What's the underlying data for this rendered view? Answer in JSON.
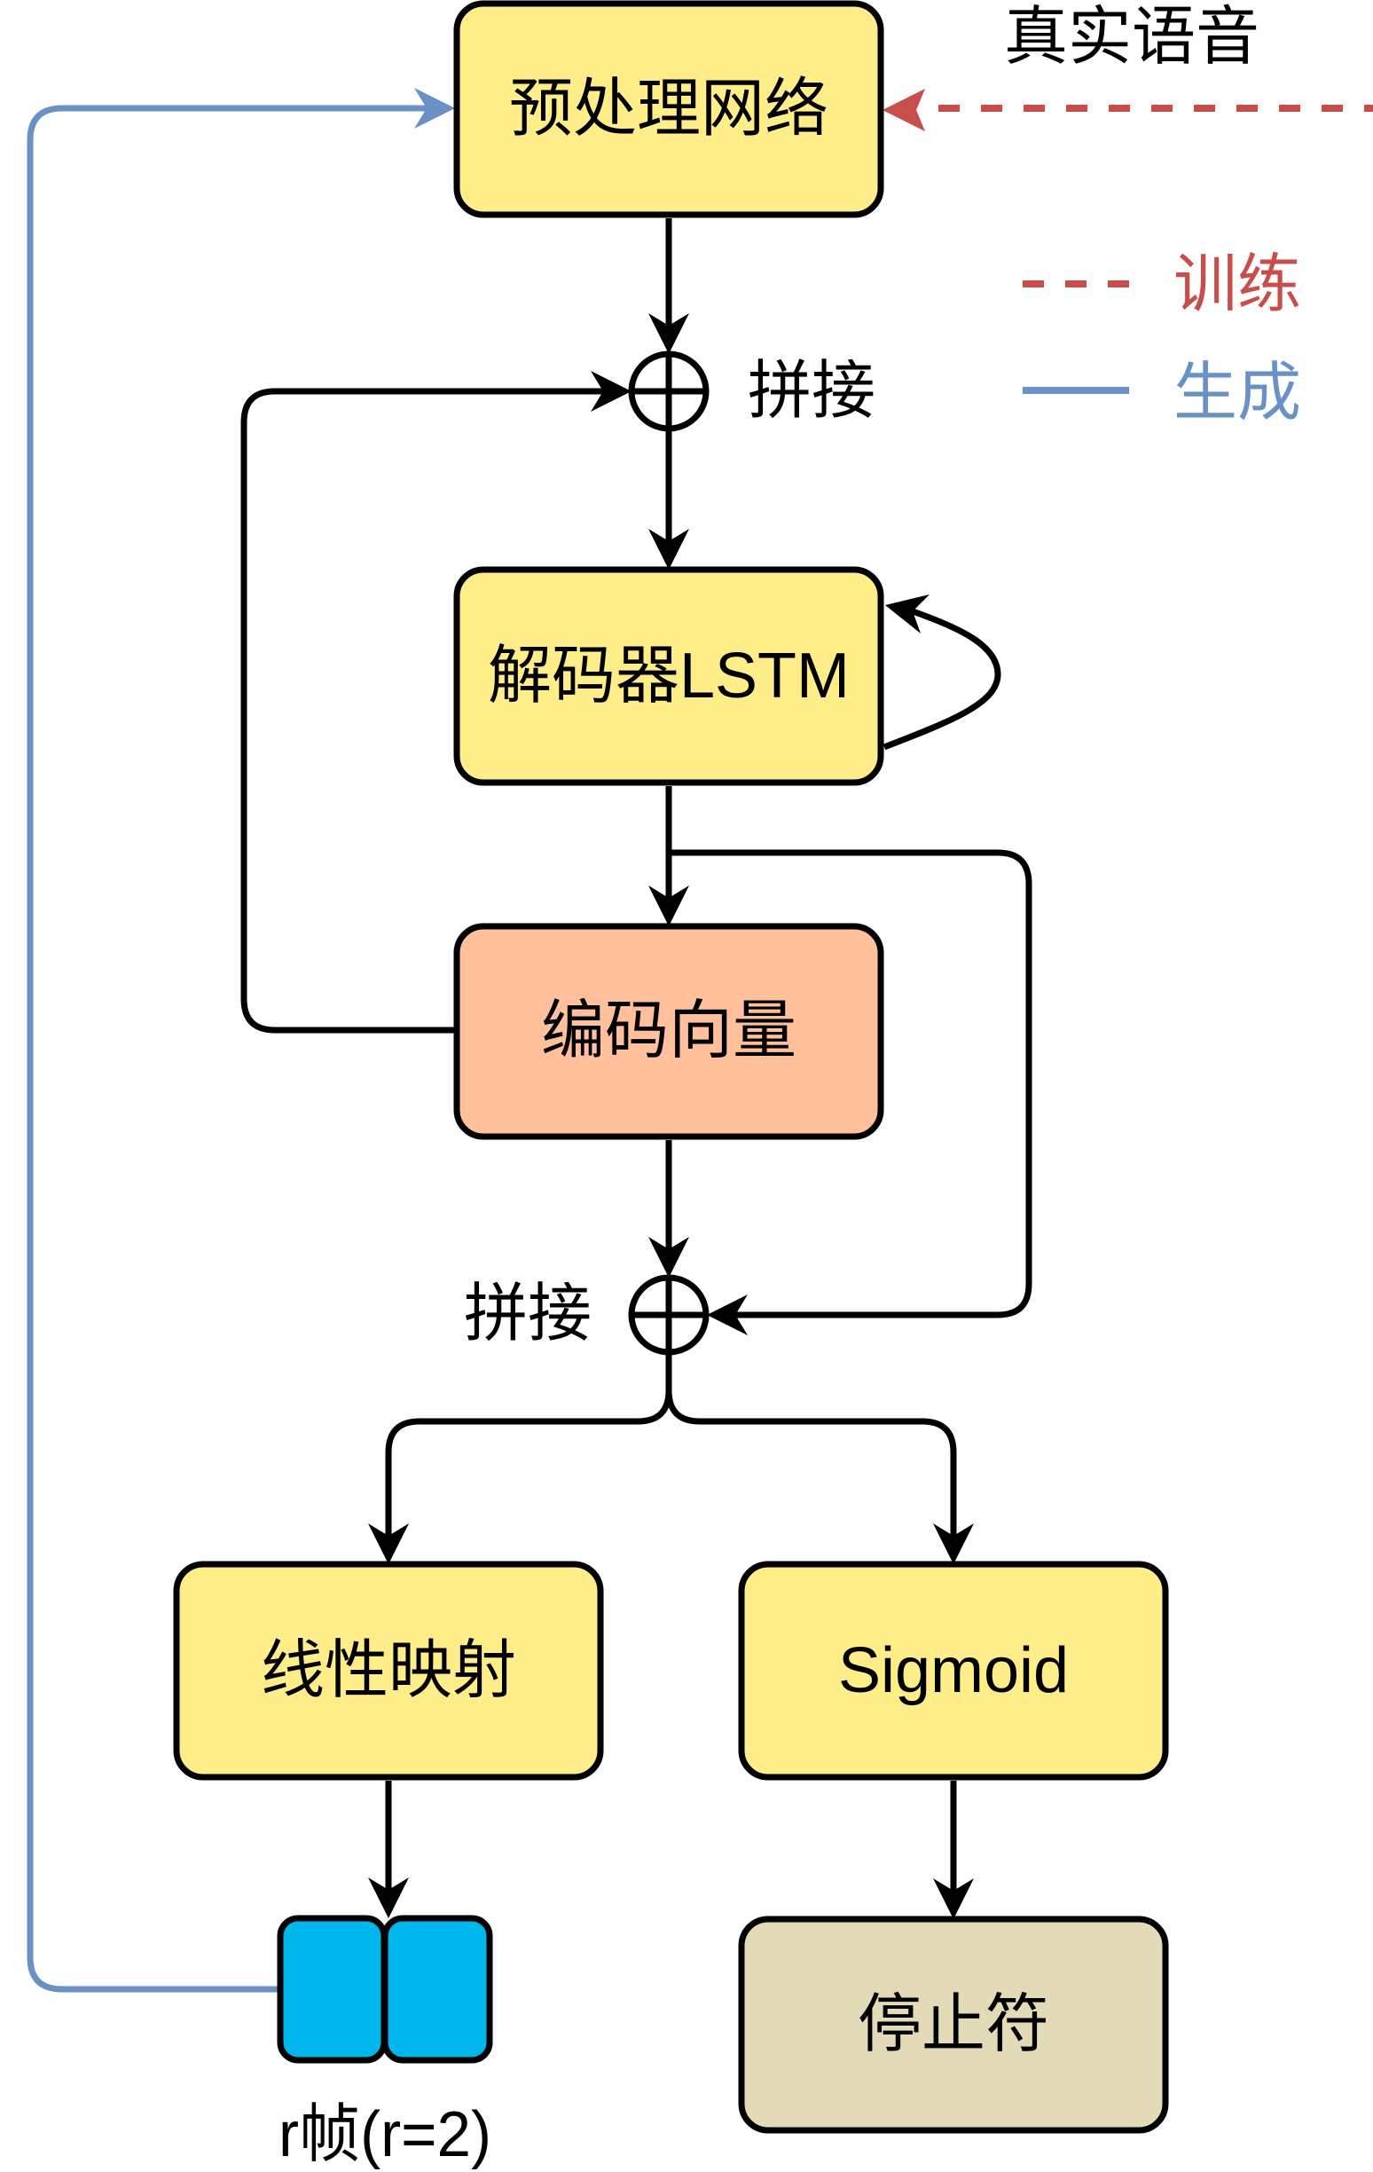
{
  "diagram": {
    "real_speech_label": "真实语音",
    "nodes": {
      "preprocess_net": "预处理网络",
      "decoder_lstm": "解码器LSTM",
      "encoding_vector": "编码向量",
      "linear_projection": "线性映射",
      "sigmoid": "Sigmoid",
      "stop_token": "停止符",
      "output_frames": "r帧(r=2)"
    },
    "output_frames_count": 2,
    "concat": {
      "top_label": "拼接",
      "bottom_label": "拼接"
    },
    "legend": {
      "training": {
        "label": "训练",
        "line_style": "dashed"
      },
      "generation": {
        "label": "生成",
        "line_style": "solid"
      }
    },
    "edges": [
      {
        "from": "real_speech",
        "to": "preprocess_net",
        "type": "training"
      },
      {
        "from": "output_frames",
        "to": "preprocess_net",
        "type": "generation"
      },
      {
        "from": "preprocess_net",
        "to": "concat_top",
        "type": "flow"
      },
      {
        "from": "encoding_vector",
        "to": "concat_top",
        "type": "flow"
      },
      {
        "from": "concat_top",
        "to": "decoder_lstm",
        "type": "flow"
      },
      {
        "from": "decoder_lstm",
        "to": "decoder_lstm",
        "type": "recurrent"
      },
      {
        "from": "decoder_lstm",
        "to": "encoding_vector",
        "type": "flow"
      },
      {
        "from": "decoder_lstm",
        "to": "concat_bottom",
        "type": "flow"
      },
      {
        "from": "encoding_vector",
        "to": "concat_bottom",
        "type": "flow"
      },
      {
        "from": "concat_bottom",
        "to": "linear_projection",
        "type": "flow"
      },
      {
        "from": "concat_bottom",
        "to": "sigmoid",
        "type": "flow"
      },
      {
        "from": "linear_projection",
        "to": "output_frames",
        "type": "flow"
      },
      {
        "from": "sigmoid",
        "to": "stop_token",
        "type": "flow"
      }
    ]
  },
  "colors": {
    "box_fill_yellow": "#FFED8A",
    "box_fill_salmon": "#FFC09B",
    "box_fill_tan": "#E3DAB7",
    "frame_fill_cyan": "#00B6EA",
    "training_red": "#C84E4B",
    "generation_blue": "#6A91C4"
  }
}
